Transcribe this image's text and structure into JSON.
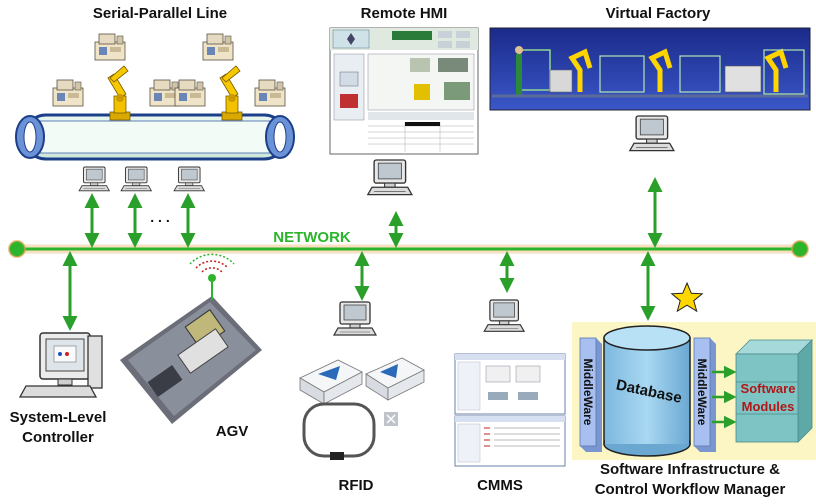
{
  "labels": {
    "serial_parallel": "Serial-Parallel Line",
    "remote_hmi": "Remote HMI",
    "virtual_factory": "Virtual Factory",
    "network": "NETWORK",
    "dots": ". . .",
    "system_level_line1": "System-Level",
    "system_level_line2": "Controller",
    "agv": "AGV",
    "rfid": "RFID",
    "cmms": "CMMS",
    "middleware_left": "MiddleWare",
    "middleware_right": "MiddleWare",
    "database": "Database",
    "software_line1": "Software",
    "software_line2": "Modules",
    "infra_line1": "Software Infrastructure &",
    "infra_line2": "Control Workflow Manager"
  },
  "colors": {
    "network_green": "#2cb52c",
    "arrow_green": "#2aa02a",
    "infra_bg": "#fbf6c4",
    "middleware_blue": "#a8c0f0",
    "database_fill": "#8fc8e8",
    "modules_fill": "#7fc4c4",
    "modules_text": "#b01818",
    "star": "#ffd700"
  }
}
